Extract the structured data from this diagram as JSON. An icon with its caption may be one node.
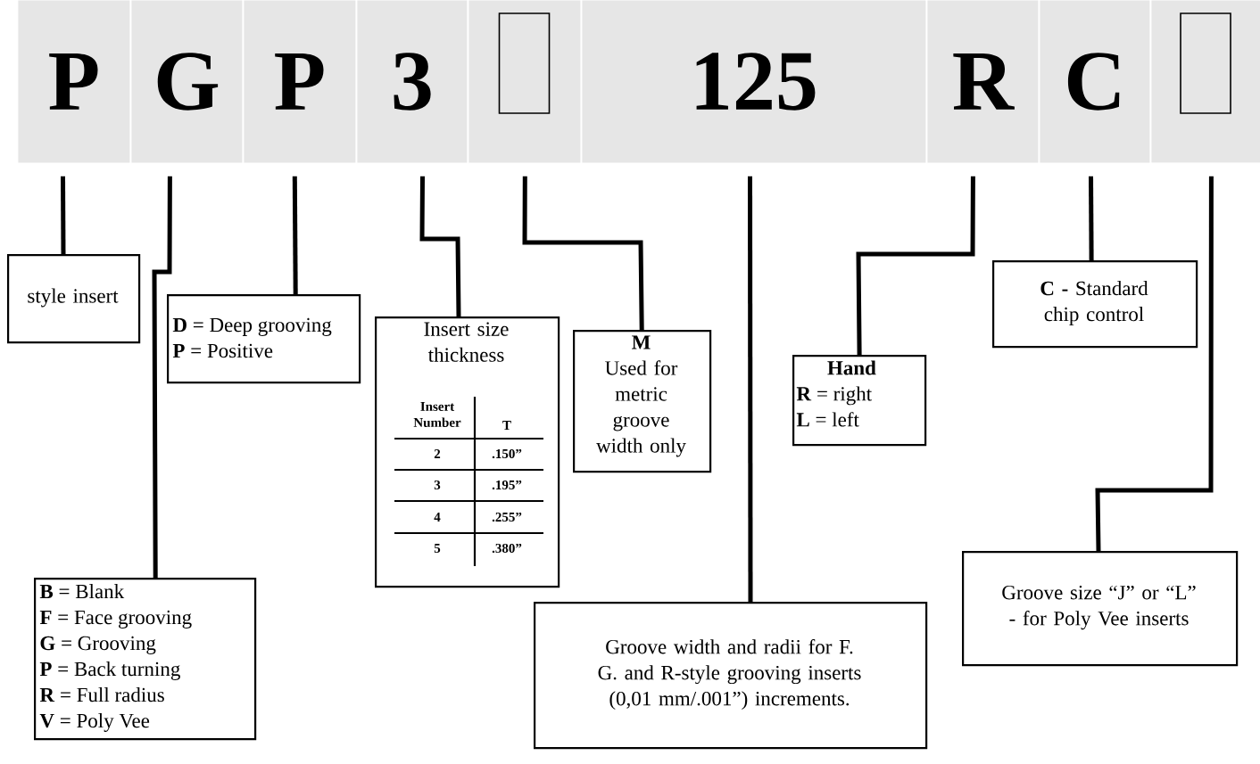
{
  "diagram": {
    "nodes": [
      {
        "text": [
          "P"
        ]
      },
      {
        "text": [
          "G"
        ]
      },
      {
        "text": [
          "P"
        ]
      },
      {
        "text": [
          "3"
        ]
      },
      {
        "text": [],
        "shape": "box"
      },
      {
        "text": [
          "125"
        ]
      },
      {
        "text": [
          "R"
        ]
      },
      {
        "text": [
          "C"
        ]
      },
      {
        "text": [],
        "shape": "box"
      },
      {
        "text": [
          "style insert"
        ]
      },
      {
        "text": [
          "**D** = Deep grooving",
          "**P** = Positive"
        ]
      },
      {
        "text": [
          "Insert size thickness"
        ]
      },
      {
        "text": [
          "M",
          "Used for metric groove width only"
        ]
      },
      {
        "text": [
          "Groove width and radii for F. G. and R-style grooving inserts (0,01 mm/.001”) increments."
        ]
      },
      {
        "text": [
          "Hand",
          "**R** = right",
          "**L** = left"
        ]
      },
      {
        "text": [
          "**C -** Standard chip control"
        ]
      },
      {
        "text": [
          "Groove size “J” or “L” - for Poly Vee inserts"
        ]
      },
      {
        "text": [
          "**B** = Blank",
          "**F** = Face grooving",
          "**G** = Grooving",
          "**P** = Back turning",
          "**R** = Full radius",
          "**V** = Poly Vee"
        ]
      }
    ],
    "edges": [
      {
        "from": 0,
        "to": 9,
        "arrow": "none"
      },
      {
        "from": 1,
        "to": 17,
        "arrow": "none"
      },
      {
        "from": 2,
        "to": 10,
        "arrow": "none"
      },
      {
        "from": 3,
        "to": 11,
        "arrow": "none"
      },
      {
        "from": 4,
        "to": 12,
        "arrow": "none"
      },
      {
        "from": 5,
        "to": 13,
        "arrow": "none"
      },
      {
        "from": 6,
        "to": 14,
        "arrow": "none"
      },
      {
        "from": 7,
        "to": 15,
        "arrow": "none"
      },
      {
        "from": 8,
        "to": 16,
        "arrow": "none"
      }
    ],
    "labels": [
      "Insert Number",
      "T",
      "2",
      ".150”",
      "3",
      ".195”",
      "4",
      ".255”",
      "5",
      ".380”"
    ]
  }
}
